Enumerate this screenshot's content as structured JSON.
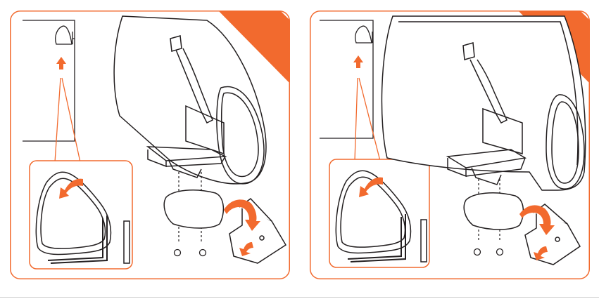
{
  "colors": {
    "accent": "#f26a2e",
    "line": "#231f20",
    "speaker_fill": "#ffffff"
  },
  "panels": [
    {
      "id": "step-a",
      "speaker_orientation": "side",
      "icons": [
        "speaker-icon",
        "wall-bracket-icon",
        "mounting-plate-icon",
        "screw-icon",
        "rotate-arrow-icon",
        "up-arrow-icon"
      ]
    },
    {
      "id": "step-b",
      "speaker_orientation": "front",
      "icons": [
        "speaker-icon",
        "wall-bracket-icon",
        "mounting-plate-icon",
        "screw-icon",
        "rotate-arrow-icon",
        "up-arrow-icon"
      ]
    }
  ]
}
